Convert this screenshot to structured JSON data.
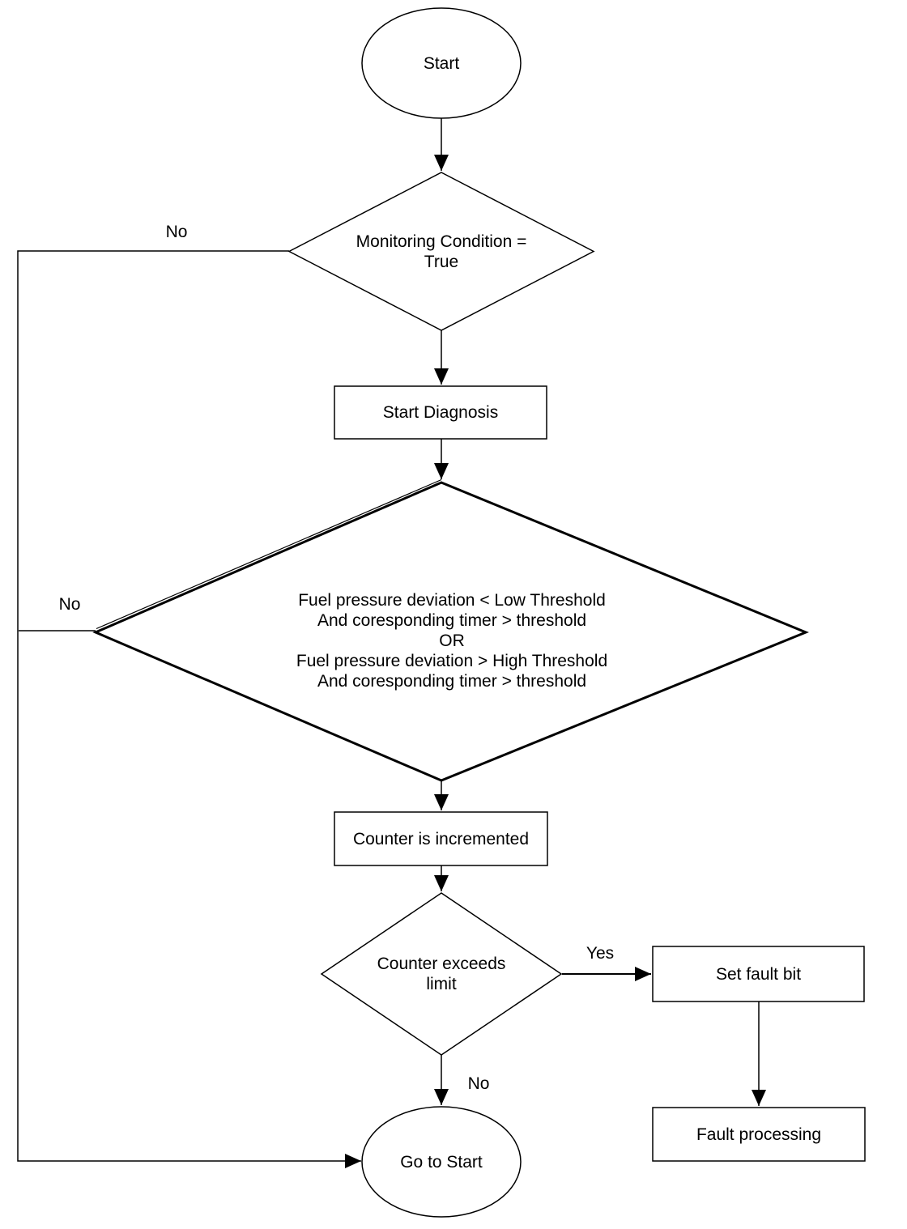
{
  "flowchart": {
    "colors": {
      "background": "#ffffff",
      "stroke": "#000000",
      "text": "#000000"
    },
    "nodes": {
      "start": {
        "type": "terminator",
        "label": "Start"
      },
      "monitoring_condition": {
        "type": "decision",
        "label": "Monitoring Condition =\nTrue"
      },
      "start_diagnosis": {
        "type": "process",
        "label": "Start Diagnosis"
      },
      "fuel_pressure_decision": {
        "type": "decision",
        "label": "Fuel pressure deviation < Low Threshold\nAnd coresponding timer > threshold\nOR\nFuel pressure deviation > High Threshold\nAnd coresponding timer > threshold"
      },
      "counter_incremented": {
        "type": "process",
        "label": "Counter is incremented"
      },
      "counter_exceeds_limit": {
        "type": "decision",
        "label": "Counter exceeds\nlimit"
      },
      "set_fault_bit": {
        "type": "process",
        "label": "Set fault bit"
      },
      "fault_processing": {
        "type": "process",
        "label": "Fault processing"
      },
      "go_to_start": {
        "type": "terminator",
        "label": "Go to Start"
      }
    },
    "edge_labels": {
      "monitoring_no": "No",
      "fuel_decision_no": "No",
      "counter_yes": "Yes",
      "counter_no": "No"
    }
  }
}
